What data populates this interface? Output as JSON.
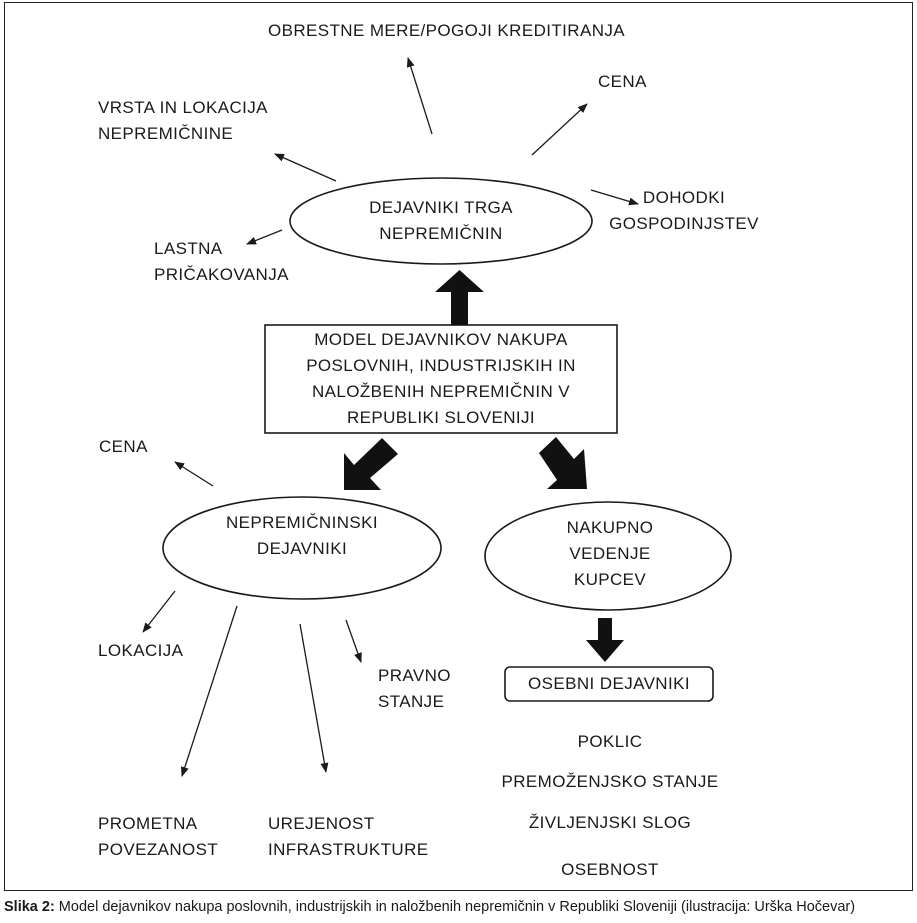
{
  "top": {
    "ellipse_label": [
      "DEJAVNIKI TRGA",
      "NEPREMIČNIN"
    ],
    "interest": "OBRESTNE MERE/POGOJI KREDITIRANJA",
    "price": "CENA",
    "property_type": [
      "VRSTA IN LOKACIJA",
      "NEPREMIČNINE"
    ],
    "household_income": [
      "DOHODKI",
      "GOSPODINJSTEV"
    ],
    "own_expectations": [
      "LASTNA",
      "PRIČAKOVANJA"
    ]
  },
  "model_box": [
    "MODEL DEJAVNIKOV NAKUPA",
    "POSLOVNIH, INDUSTRIJSKIH IN",
    "NALOŽBENIH NEPREMIČNIN V",
    "REPUBLIKI SLOVENIJI"
  ],
  "left": {
    "ellipse_label": [
      "NEPREMIČNINSKI",
      "DEJAVNIKI"
    ],
    "price": "CENA",
    "location": "LOKACIJA",
    "legal": [
      "PRAVNO",
      "STANJE"
    ],
    "transport": [
      "PROMETNA",
      "POVEZANOST"
    ],
    "infrastructure": [
      "UREJENOST",
      "INFRASTRUKTURE"
    ]
  },
  "right": {
    "ellipse_label": [
      "NAKUPNO",
      "VEDENJE",
      "KUPCEV"
    ],
    "personal_box": "OSEBNI DEJAVNIKI",
    "items": [
      "POKLIC",
      "PREMOŽENJSKO STANJE",
      "ŽIVLJENJSKI SLOG",
      "OSEBNOST"
    ]
  },
  "caption": {
    "prefix": "Slika 2:",
    "text": " Model dejavnikov nakupa poslovnih, industrijskih in naložbenih nepremičnin v Republiki Sloveniji (ilustracija: Urška Hočevar)"
  }
}
